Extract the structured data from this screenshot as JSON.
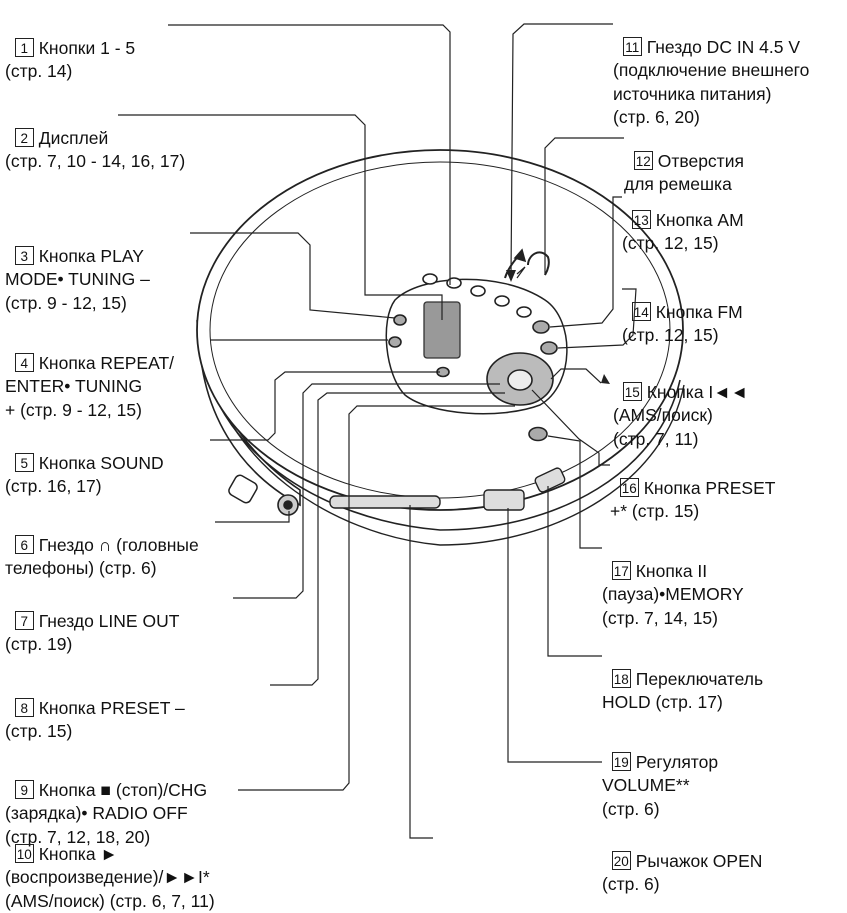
{
  "callouts": [
    {
      "num": "1",
      "text": "Кнопки 1 - 5\n(стр. 14)"
    },
    {
      "num": "2",
      "text": "Дисплей\n(стр. 7, 10 - 14, 16, 17)"
    },
    {
      "num": "3",
      "text": "Кнопка PLAY\nMODE• TUNING –\n(стр. 9 - 12, 15)"
    },
    {
      "num": "4",
      "text": "Кнопка REPEAT/\nENTER• TUNING\n+ (стр. 9 - 12, 15)"
    },
    {
      "num": "5",
      "text": "Кнопка SOUND\n(стр. 16, 17)"
    },
    {
      "num": "6",
      "text": "Гнездо ∩ (головные\nтелефоны) (стр. 6)"
    },
    {
      "num": "7",
      "text": "Гнездо LINE OUT\n(стр. 19)"
    },
    {
      "num": "8",
      "text": "Кнопка PRESET –\n(стр. 15)"
    },
    {
      "num": "9",
      "text": "Кнопка ■ (стоп)/CHG\n(зарядка)• RADIO OFF\n(стр. 7, 12, 18, 20)"
    },
    {
      "num": "10",
      "text": "Кнопка ►\n(воспроизведение)/►►I*\n(AMS/поиск) (стр. 6, 7, 11)"
    },
    {
      "num": "11",
      "text": "Гнездо DC IN 4.5 V\n(подключение внешнего\nисточника питания)\n(стр. 6, 20)"
    },
    {
      "num": "12",
      "text": "Отверстия\nдля ремешка"
    },
    {
      "num": "13",
      "text": "Кнопка AM\n(стр. 12, 15)"
    },
    {
      "num": "14",
      "text": "Кнопка FM\n(стр. 12, 15)"
    },
    {
      "num": "15",
      "text": "Кнопка I◄◄\n(AMS/поиск)\n(стр. 7, 11)"
    },
    {
      "num": "16",
      "text": "Кнопка PRESET\n+* (стр. 15)"
    },
    {
      "num": "17",
      "text": "Кнопка II\n(пауза)•MEMORY\n(стр. 7, 14, 15)"
    },
    {
      "num": "18",
      "text": "Переключатель\nHOLD (стр. 17)"
    },
    {
      "num": "19",
      "text": "Регулятор\nVOLUME**\n(стр. 6)"
    },
    {
      "num": "20",
      "text": "Рычажок OPEN\n(стр. 6)"
    }
  ]
}
